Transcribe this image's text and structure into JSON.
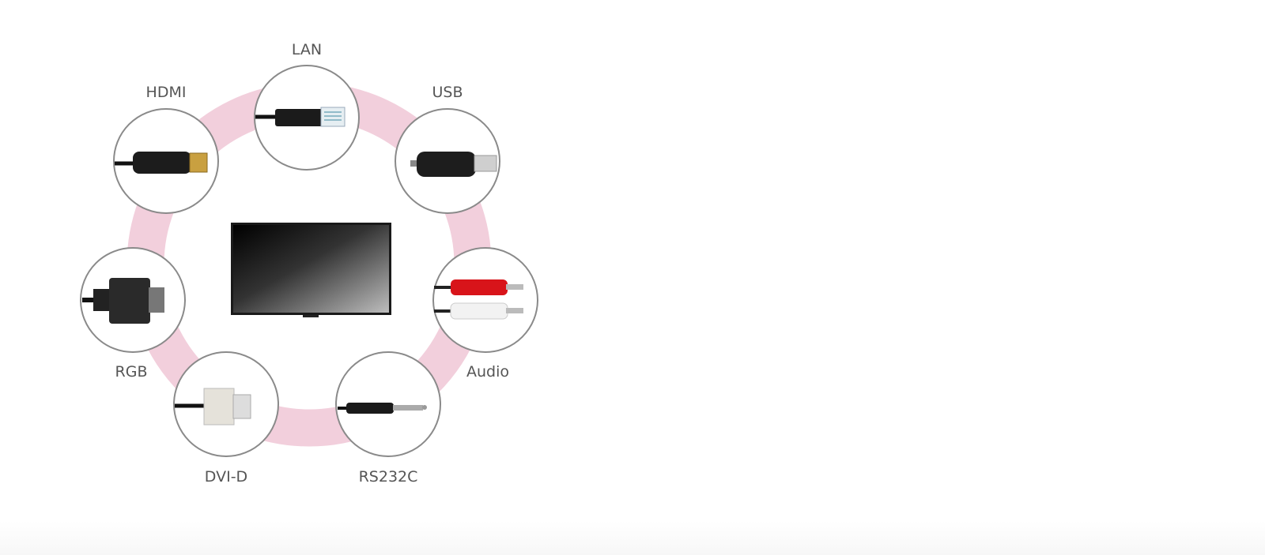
{
  "diagram": {
    "center_device": "tv-monitor",
    "ring_color": "#f2cfdc",
    "connectors": [
      {
        "id": "lan",
        "label": "LAN",
        "icon": "ethernet-plug-icon"
      },
      {
        "id": "usb",
        "label": "USB",
        "icon": "usb-dongle-icon"
      },
      {
        "id": "audio",
        "label": "Audio",
        "icon": "rca-audio-plug-icon"
      },
      {
        "id": "rs232c",
        "label": "RS232C",
        "icon": "jack-plug-icon"
      },
      {
        "id": "dvid",
        "label": "DVI-D",
        "icon": "dvi-plug-icon"
      },
      {
        "id": "rgb",
        "label": "RGB",
        "icon": "vga-plug-icon"
      },
      {
        "id": "hdmi",
        "label": "HDMI",
        "icon": "hdmi-plug-icon"
      }
    ]
  }
}
